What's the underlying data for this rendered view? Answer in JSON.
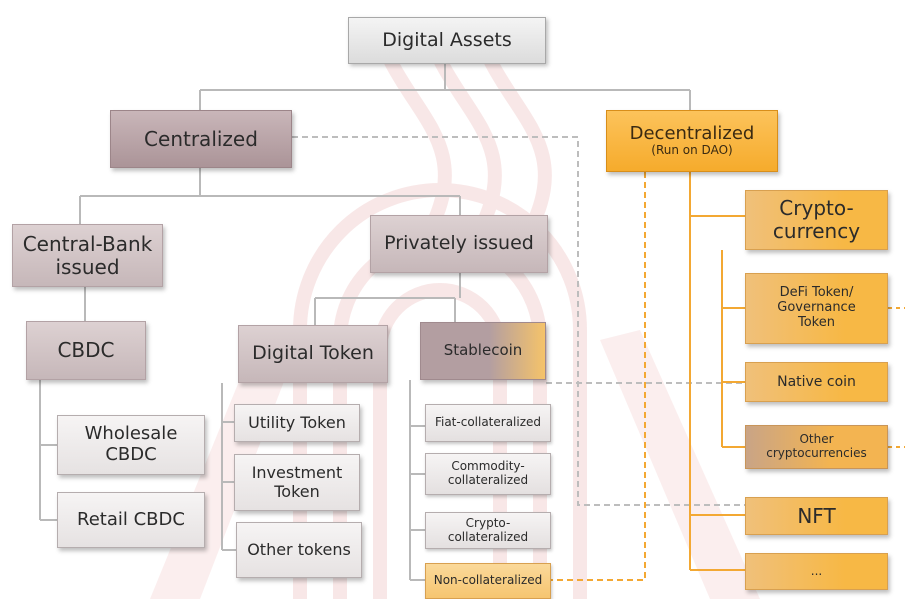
{
  "colors": {
    "root_fill": "#e6e6e6",
    "centralized_fill": "#b8a2a5",
    "decentralized_fill": "#f8b334",
    "light_fill": "#ece9e9",
    "connector": "#b9b9b9",
    "dashed_connector": "#bdbdbd",
    "orange_connector": "#f3a833"
  },
  "root": {
    "label": "Digital Assets"
  },
  "centralized": {
    "label": "Centralized",
    "central_bank": {
      "label": "Central-Bank issued",
      "cbdc": {
        "label": "CBDC",
        "children": [
          "Wholesale CBDC",
          "Retail CBDC"
        ]
      }
    },
    "privately_issued": {
      "label": "Privately issued",
      "digital_token": {
        "label": "Digital Token",
        "children": [
          "Utility Token",
          "Investment Token",
          "Other tokens"
        ]
      },
      "stablecoin": {
        "label": "Stablecoin",
        "children": [
          "Fiat-collateralized",
          "Commodity-collateralized",
          "Crypto-collateralized",
          "Non-collateralized"
        ]
      }
    }
  },
  "decentralized": {
    "label": "Decentralized",
    "sublabel": "(Run on DAO)",
    "cryptocurrency": {
      "label": "Crypto-currency",
      "children": [
        "DeFi Token/ Governance Token",
        "Native coin",
        "Other cryptocurrencies"
      ]
    },
    "nft": {
      "label": "NFT"
    },
    "more": {
      "label": "..."
    }
  }
}
